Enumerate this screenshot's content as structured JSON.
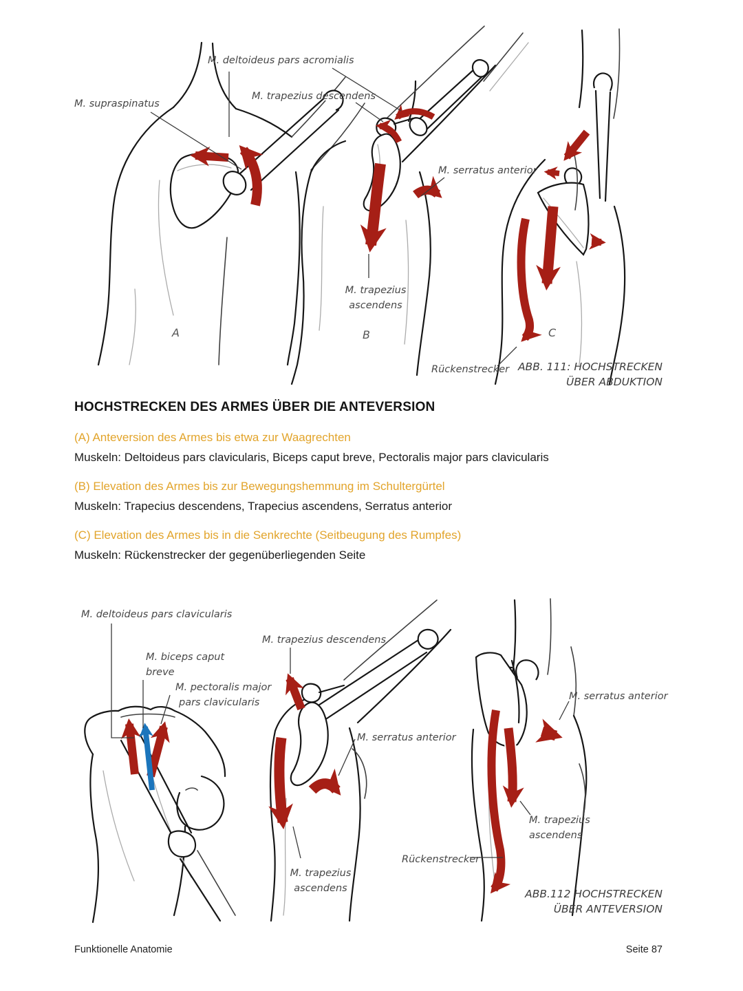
{
  "figure_111": {
    "caption_line1": "ABB. 111: HOCHSTRECKEN",
    "caption_line2": "ÜBER ABDUKTION",
    "panel_letters": [
      "A",
      "B",
      "C"
    ],
    "labels": {
      "supraspinatus": "M. supraspinatus",
      "deltoideus_acromialis": "M. deltoideus pars acromialis",
      "trapezius_descendens": "M. trapezius descendens",
      "serratus_anterior": "M. serratus anterior",
      "trapezius_ascendens_line1": "M. trapezius",
      "trapezius_ascendens_line2": "ascendens",
      "rueckenstrecker": "Rückenstrecker"
    }
  },
  "section": {
    "title": "HOCHSTRECKEN DES ARMES ÜBER DIE ANTEVERSION",
    "items": [
      {
        "heading": "(A) Anteversion des Armes bis etwa zur Waagrechten",
        "muscles": "Muskeln: Deltoideus pars clavicularis, Biceps caput breve, Pectoralis major pars clavicularis"
      },
      {
        "heading": "(B) Elevation des Armes bis zur Bewegungshemmung im Schultergürtel",
        "muscles": "Muskeln: Trapecius descendens, Trapecius ascendens, Serratus anterior"
      },
      {
        "heading": "(C) Elevation des Armes bis in die Senkrechte (Seitbeugung des Rumpfes)",
        "muscles": "Muskeln: Rückenstrecker der gegenüberliegenden Seite"
      }
    ]
  },
  "figure_112": {
    "caption_line1": "ABB.112 HOCHSTRECKEN",
    "caption_line2": "ÜBER ANTEVERSION",
    "labels": {
      "deltoideus_clavicularis": "M. deltoideus pars clavicularis",
      "biceps_line1": "M. biceps caput",
      "biceps_line2": "breve",
      "pectoralis_line1": "M. pectoralis major",
      "pectoralis_line2": "pars clavicularis",
      "trapezius_descendens": "M. trapezius descendens",
      "serratus_anterior_mid": "M. serratus anterior",
      "serratus_anterior_right": "M. serratus anterior",
      "trapezius_ascendens_mid_line1": "M. trapezius",
      "trapezius_ascendens_mid_line2": "ascendens",
      "trapezius_ascendens_right_line1": "M. trapezius",
      "trapezius_ascendens_right_line2": "ascendens",
      "rueckenstrecker": "Rückenstrecker"
    }
  },
  "footer": {
    "left": "Funktionelle Anatomie",
    "right": "Seite 87"
  },
  "colors": {
    "arrow_red": "#A61F16",
    "arrow_blue": "#1B75BC",
    "heading_orange": "#E2A42B"
  }
}
